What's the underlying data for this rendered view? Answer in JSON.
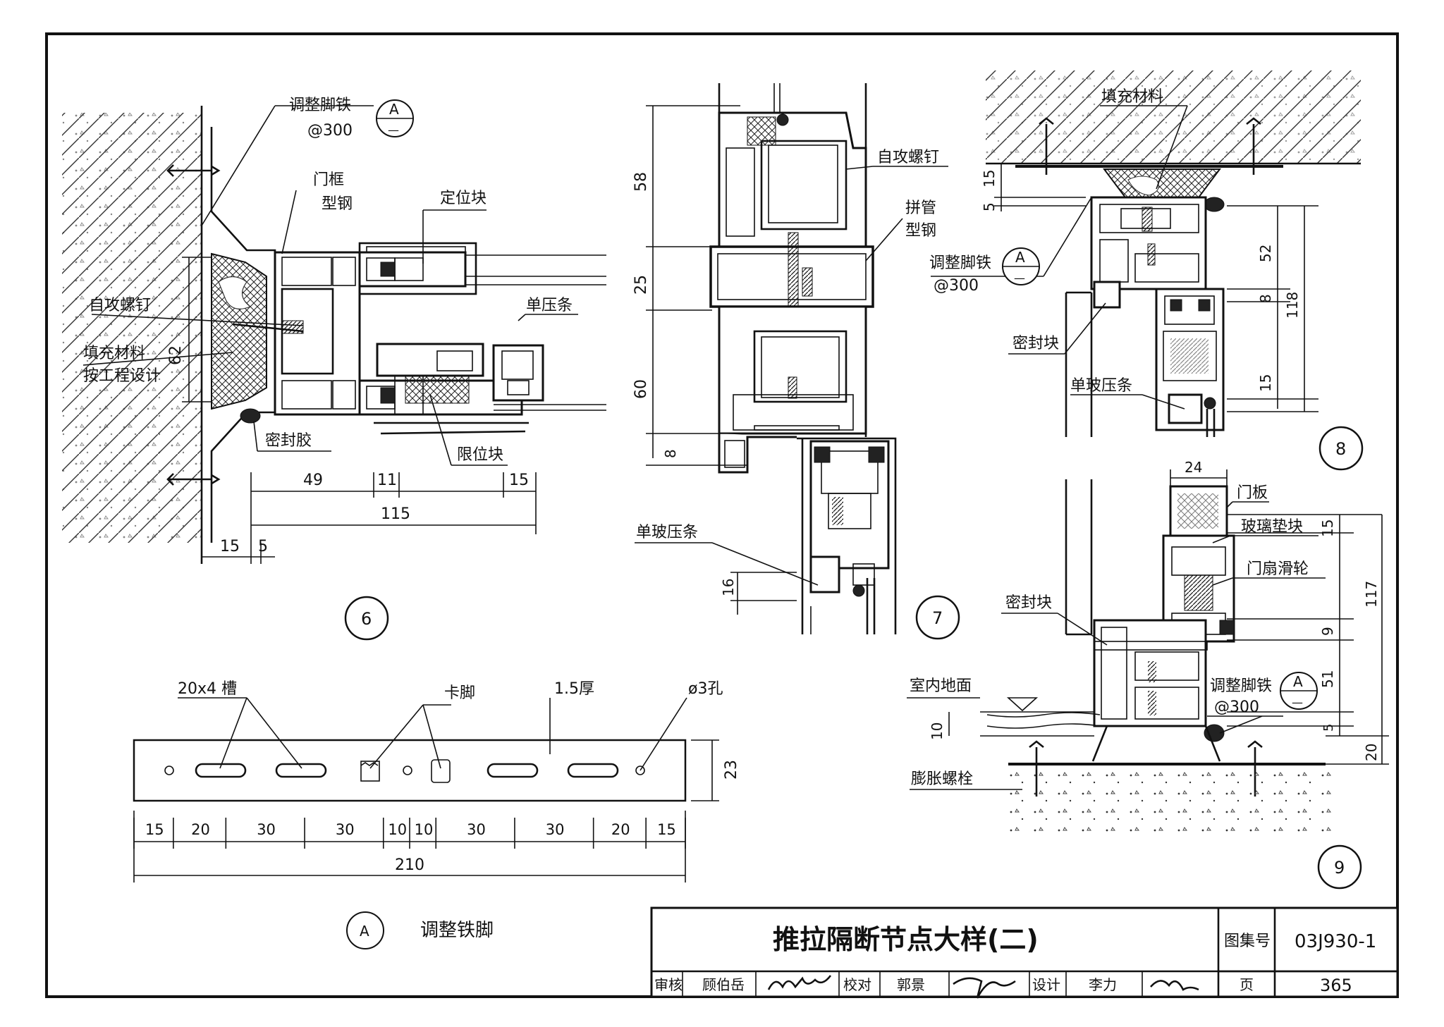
{
  "detail6": {
    "callout_foot": "调整脚铁",
    "callout_foot_spacing": "@300",
    "label_frame_1": "门框",
    "label_frame_2": "型钢",
    "label_locator": "定位块",
    "label_screw": "自攻螺钉",
    "label_fill_1": "填充材料",
    "label_fill_2": "按工程设计",
    "label_single_strip": "单压条",
    "label_sealant": "密封胶",
    "label_stop": "限位块",
    "dims": {
      "d62": "62",
      "d49": "49",
      "d11": "11",
      "d15a": "15",
      "d115": "115",
      "d15b": "15",
      "d5": "5"
    },
    "number": "6"
  },
  "detail7": {
    "label_screw": "自攻螺钉",
    "label_joint_1": "拼管",
    "label_joint_2": "型钢",
    "label_glass_strip": "单玻压条",
    "dims": {
      "d58": "58",
      "d25": "25",
      "d60": "60",
      "d8": "8",
      "d16": "16"
    },
    "number": "7"
  },
  "detail8": {
    "label_fill": "填充材料",
    "callout_foot": "调整脚铁",
    "callout_foot_spacing": "@300",
    "label_seal": "密封块",
    "label_glass_strip": "单玻压条",
    "dims": {
      "d5": "5",
      "d15a": "15",
      "d52": "52",
      "d8": "8",
      "d118": "118",
      "d15b": "15"
    },
    "number": "8"
  },
  "detail9": {
    "label_door_panel": "门板",
    "label_glass_pad": "玻璃垫块",
    "label_roller": "门扇滑轮",
    "label_seal": "密封块",
    "label_floor": "室内地面",
    "callout_foot": "调整脚铁",
    "callout_foot_spacing": "@300",
    "label_bolt": "膨胀螺栓",
    "dims": {
      "d24": "24",
      "d15": "15",
      "d117": "117",
      "d9": "9",
      "d51": "51",
      "d10": "10",
      "d5": "5",
      "d20": "20"
    },
    "number": "9"
  },
  "detailA": {
    "label_slot": "20x4 槽",
    "label_clip": "卡脚",
    "label_thickness": "1.5厚",
    "label_hole": "ø3孔",
    "height": "23",
    "segments": [
      "15",
      "20",
      "30",
      "30",
      "10",
      "10",
      "30",
      "30",
      "20",
      "15"
    ],
    "total": "210",
    "title": "调整铁脚"
  },
  "section_mark": {
    "letter": "A",
    "sub": "—"
  },
  "title_block": {
    "title": "推拉隔断节点大样(二)",
    "atlas_label": "图集号",
    "atlas_no": "03J930-1",
    "review_label": "审核",
    "reviewer": "顾伯岳",
    "check_label": "校对",
    "checker": "郭景",
    "design_label": "设计",
    "designer": "李力",
    "page_label": "页",
    "page_no": "365"
  }
}
